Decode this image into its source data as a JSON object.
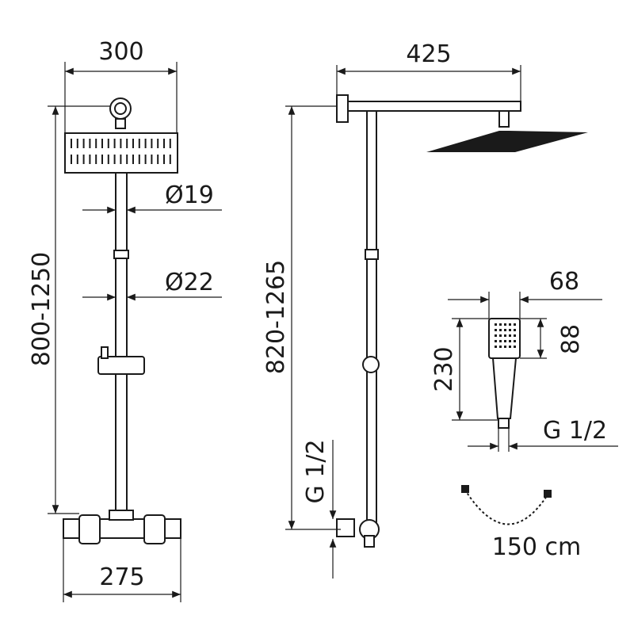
{
  "front_view": {
    "width_top": "300",
    "diameter_upper": "Ø19",
    "diameter_lower": "Ø22",
    "height_range": "800-1250",
    "width_bottom": "275"
  },
  "side_view": {
    "arm_length": "425",
    "height_range": "820-1265",
    "inlet_thread": "G 1/2"
  },
  "hand_shower": {
    "head_width": "68",
    "head_height": "88",
    "total_length": "230",
    "thread": "G 1/2"
  },
  "hose": {
    "length": "150 cm"
  }
}
